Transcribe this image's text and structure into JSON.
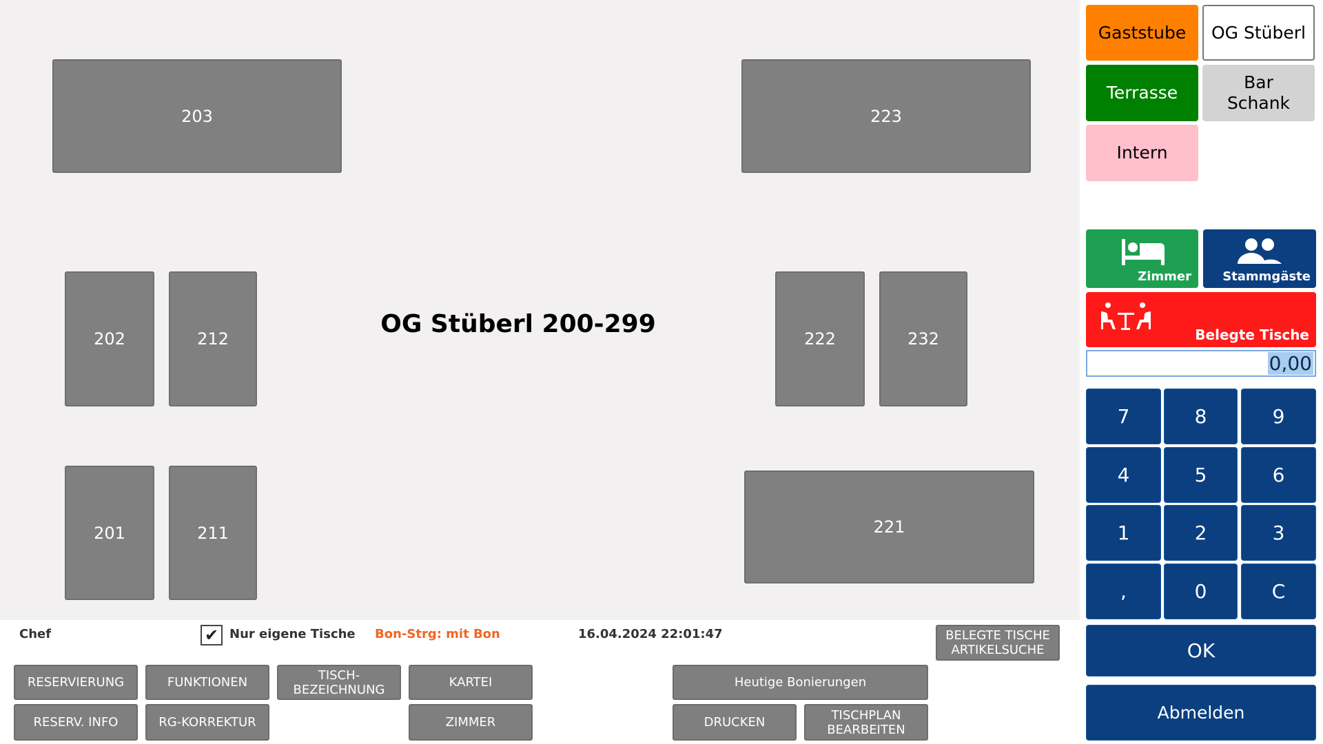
{
  "room_title": "OG Stüberl 200-299",
  "tables": [
    "203",
    "223",
    "202",
    "212",
    "222",
    "232",
    "201",
    "211",
    "221"
  ],
  "areas": [
    {
      "label": "Gaststube",
      "color": "#ff8000"
    },
    {
      "label": "OG Stüberl",
      "color": "#ffffff"
    },
    {
      "label": "Terrasse",
      "color": "#008000"
    },
    {
      "label": "Bar Schank",
      "color": "#d3d3d3"
    },
    {
      "label": "Intern",
      "color": "#ffc0cb"
    }
  ],
  "quick": {
    "zimmer": "Zimmer",
    "stammgaeste": "Stammgäste",
    "belegte": "Belegte Tische"
  },
  "amount": "0,00",
  "keypad": [
    "7",
    "8",
    "9",
    "4",
    "5",
    "6",
    "1",
    "2",
    "3",
    ",",
    "0",
    "C"
  ],
  "ok": "OK",
  "logout": "Abmelden",
  "status": {
    "user": "Chef",
    "only_own": "Nur eigene Tische",
    "only_own_checked": true,
    "bon": "Bon-Strg: mit Bon",
    "datetime": "16.04.2024 22:01:47"
  },
  "buttons": {
    "belegte_artikel": "BELEGTE TISCHE ARTIKELSUCHE",
    "reservierung": "RESERVIERUNG",
    "funktionen": "FUNKTIONEN",
    "tischbez": "TISCH- BEZEICHNUNG",
    "kartei": "KARTEI",
    "reserv_info": "RESERV. INFO",
    "rg_korrektur": "RG-KORREKTUR",
    "zimmer": "ZIMMER",
    "heutige": "Heutige Bonierungen",
    "drucken": "DRUCKEN",
    "tischplan": "TISCHPLAN BEARBEITEN"
  }
}
